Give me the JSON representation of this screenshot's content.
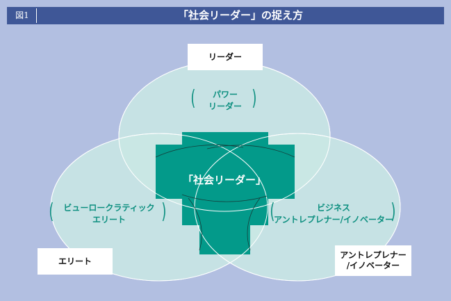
{
  "header": {
    "figure_label": "図1",
    "title": "「社会リーダー」の捉え方"
  },
  "circles": {
    "top": {
      "box_label": "リーダー",
      "inner_lines": [
        "パワー",
        "リーダー"
      ]
    },
    "left": {
      "box_label": "エリート",
      "inner_lines": [
        "ビューロークラティック",
        "エリート"
      ]
    },
    "right": {
      "box_label_lines": [
        "アントレプレナー",
        "/イノベーター"
      ],
      "inner_lines": [
        "ビジネス",
        "アントレプレナー/イノベーター"
      ]
    }
  },
  "center": {
    "label": "「社会リーダー」"
  },
  "colors": {
    "background": "#b2bfe1",
    "header": "#3f5797",
    "circle_fill": "#c9e8e4",
    "teal": "#039a8a",
    "inner_text": "#0c8f7f"
  }
}
